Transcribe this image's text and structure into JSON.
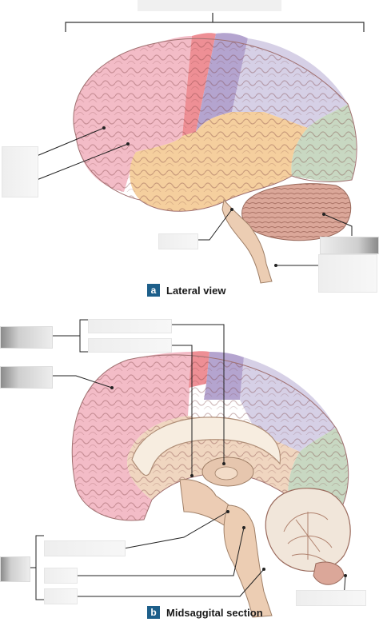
{
  "views": [
    {
      "letter": "a",
      "caption": "Lateral view"
    },
    {
      "letter": "b",
      "caption": "Midsaggital section"
    }
  ],
  "colors": {
    "frontal": "#f3bcc7",
    "motor": "#ee8f95",
    "sensory": "#b4a4cf",
    "parietal": "#d6d0e6",
    "temporal": "#f5cf9e",
    "occipital": "#c8d8c2",
    "cerebellum": "#dba799",
    "brainstem": "#eccdb3",
    "badge": "#1d5f8a"
  }
}
